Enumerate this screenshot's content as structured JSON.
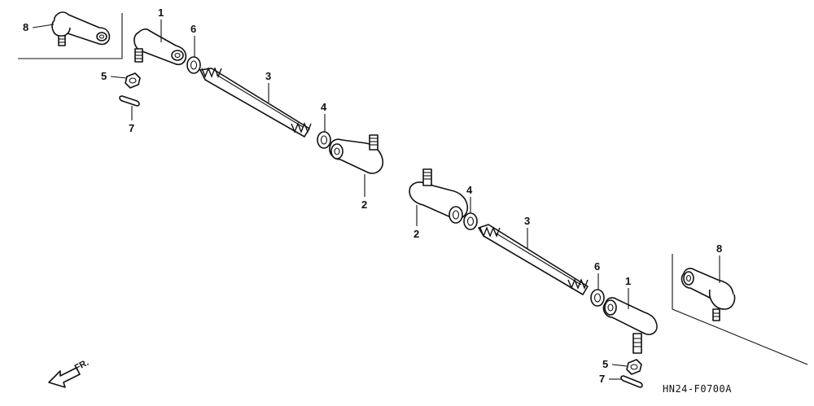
{
  "callouts": {
    "c1a": "1",
    "c1b": "1",
    "c2a": "2",
    "c2b": "2",
    "c3a": "3",
    "c3b": "3",
    "c4a": "4",
    "c4b": "4",
    "c5a": "5",
    "c5b": "5",
    "c6a": "6",
    "c6b": "6",
    "c7a": "7",
    "c7b": "7",
    "c8a": "8",
    "c8b": "8"
  },
  "front_label": "FR.",
  "diagram_code": "HN24-F0700A"
}
